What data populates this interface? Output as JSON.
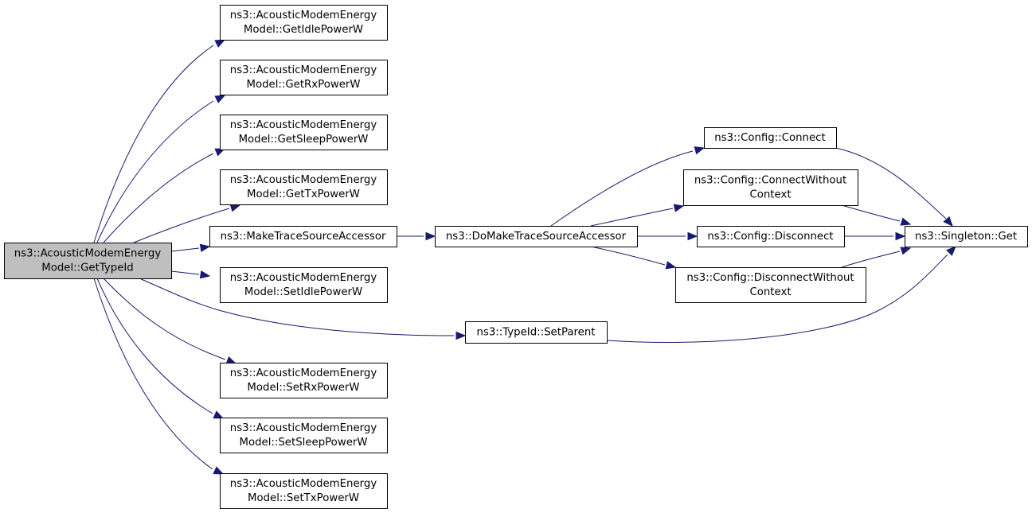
{
  "diagram": {
    "type": "call-graph",
    "nodes": {
      "get_type_id": {
        "lines": [
          "ns3::AcousticModemEnergy",
          "Model::GetTypeId"
        ],
        "highlighted": true
      },
      "get_idle_power": {
        "lines": [
          "ns3::AcousticModemEnergy",
          "Model::GetIdlePowerW"
        ]
      },
      "get_rx_power": {
        "lines": [
          "ns3::AcousticModemEnergy",
          "Model::GetRxPowerW"
        ]
      },
      "get_sleep_power": {
        "lines": [
          "ns3::AcousticModemEnergy",
          "Model::GetSleepPowerW"
        ]
      },
      "get_tx_power": {
        "lines": [
          "ns3::AcousticModemEnergy",
          "Model::GetTxPowerW"
        ]
      },
      "make_trace_source_accessor": {
        "lines": [
          "ns3::MakeTraceSourceAccessor"
        ]
      },
      "set_idle_power": {
        "lines": [
          "ns3::AcousticModemEnergy",
          "Model::SetIdlePowerW"
        ]
      },
      "set_rx_power": {
        "lines": [
          "ns3::AcousticModemEnergy",
          "Model::SetRxPowerW"
        ]
      },
      "set_sleep_power": {
        "lines": [
          "ns3::AcousticModemEnergy",
          "Model::SetSleepPowerW"
        ]
      },
      "set_tx_power": {
        "lines": [
          "ns3::AcousticModemEnergy",
          "Model::SetTxPowerW"
        ]
      },
      "do_make_trace_source_accessor": {
        "lines": [
          "ns3::DoMakeTraceSourceAccessor"
        ]
      },
      "type_id_set_parent": {
        "lines": [
          "ns3::TypeId::SetParent"
        ]
      },
      "config_connect": {
        "lines": [
          "ns3::Config::Connect"
        ]
      },
      "config_connect_without_context": {
        "lines": [
          "ns3::Config::ConnectWithout",
          "Context"
        ]
      },
      "config_disconnect": {
        "lines": [
          "ns3::Config::Disconnect"
        ]
      },
      "config_disconnect_without_context": {
        "lines": [
          "ns3::Config::DisconnectWithout",
          "Context"
        ]
      },
      "singleton_get": {
        "lines": [
          "ns3::Singleton::Get"
        ]
      }
    },
    "edges": [
      [
        "get_type_id",
        "get_idle_power"
      ],
      [
        "get_type_id",
        "get_rx_power"
      ],
      [
        "get_type_id",
        "get_sleep_power"
      ],
      [
        "get_type_id",
        "get_tx_power"
      ],
      [
        "get_type_id",
        "make_trace_source_accessor"
      ],
      [
        "get_type_id",
        "set_idle_power"
      ],
      [
        "get_type_id",
        "type_id_set_parent"
      ],
      [
        "get_type_id",
        "set_rx_power"
      ],
      [
        "get_type_id",
        "set_sleep_power"
      ],
      [
        "get_type_id",
        "set_tx_power"
      ],
      [
        "make_trace_source_accessor",
        "do_make_trace_source_accessor"
      ],
      [
        "do_make_trace_source_accessor",
        "config_connect"
      ],
      [
        "do_make_trace_source_accessor",
        "config_connect_without_context"
      ],
      [
        "do_make_trace_source_accessor",
        "config_disconnect"
      ],
      [
        "do_make_trace_source_accessor",
        "config_disconnect_without_context"
      ],
      [
        "config_connect",
        "singleton_get"
      ],
      [
        "config_connect_without_context",
        "singleton_get"
      ],
      [
        "config_disconnect",
        "singleton_get"
      ],
      [
        "config_disconnect_without_context",
        "singleton_get"
      ],
      [
        "type_id_set_parent",
        "singleton_get"
      ]
    ],
    "colors": {
      "edge": "#191970",
      "root_fill": "#bfbfbf",
      "node_fill": "#ffffff",
      "node_border": "#000000"
    }
  }
}
